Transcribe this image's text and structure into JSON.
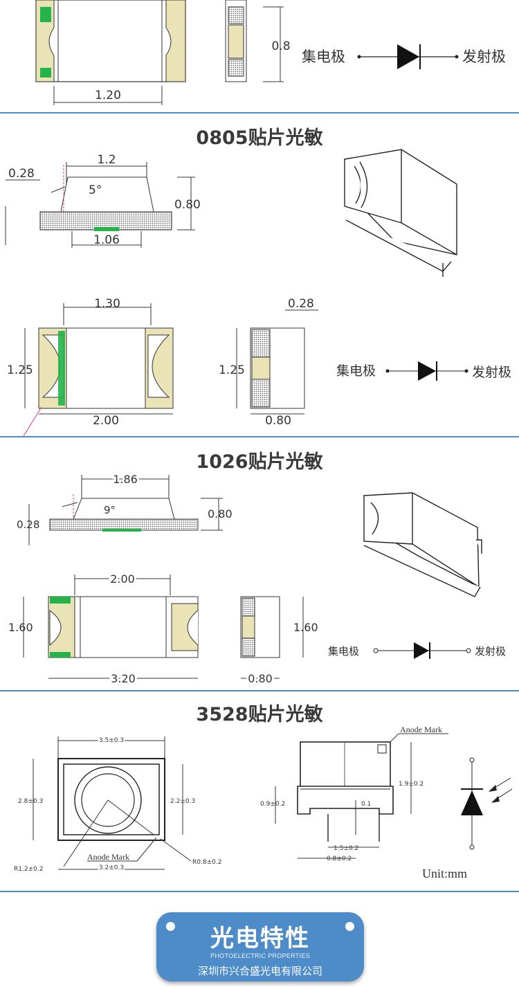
{
  "top": {
    "dim_width": "1.20",
    "dim_height": "0.8",
    "label_collector": "集电极",
    "label_emitter": "发射极"
  },
  "s0805": {
    "title": "0805贴片光敏",
    "dim_top": "1.2",
    "dim_thick": "0.28",
    "dim_angle": "5°",
    "dim_height": "0.80",
    "dim_bottom": "1.06",
    "dim_w": "1.30",
    "dim_l": "2.00",
    "dim_h": "1.25",
    "dim_side_h": "1.25",
    "dim_side_t": "0.28",
    "dim_side_w": "0.80",
    "label_collector": "集电极",
    "label_emitter": "发射极"
  },
  "s1026": {
    "title": "1026贴片光敏",
    "dim_top": "1.86",
    "dim_angle": "9°",
    "dim_thick": "0.28",
    "dim_height": "0.80",
    "dim_w": "2.00",
    "dim_l": "3.20",
    "dim_h": "1.60",
    "dim_side_h": "1.60",
    "dim_side_w": "0.80",
    "label_collector": "集电极",
    "label_emitter": "发射极"
  },
  "s3528": {
    "title": "3528贴片光敏",
    "dim_w": "3.5±0.3",
    "dim_h_outer": "2.8±0.3",
    "dim_h_inner": "2.2±0.3",
    "dim_w_inner": "3.2±0.3",
    "r_big": "R1.2±0.2",
    "r_small": "R0.8±0.2",
    "anode_mark_front": "Anode Mark",
    "anode_mark_side": "Anode Mark",
    "dim_side_h": "1.9±0.2",
    "dim_side_low": "0.9±0.2",
    "dim_gap": "0.1",
    "dim_pad": "1.5±0.2",
    "dim_pad2": "0.8±0.2",
    "unit": "Unit:mm"
  },
  "badge": {
    "title": "光电特性",
    "subtitle": "PHOTOELECTRIC PROPERTIES",
    "company": "深圳市兴合盛光电有限公司"
  },
  "colors": {
    "divider": "#4a8fc8",
    "pad": "#e9e3b5",
    "green": "#25b34a",
    "badge": "#4d8cc9"
  }
}
